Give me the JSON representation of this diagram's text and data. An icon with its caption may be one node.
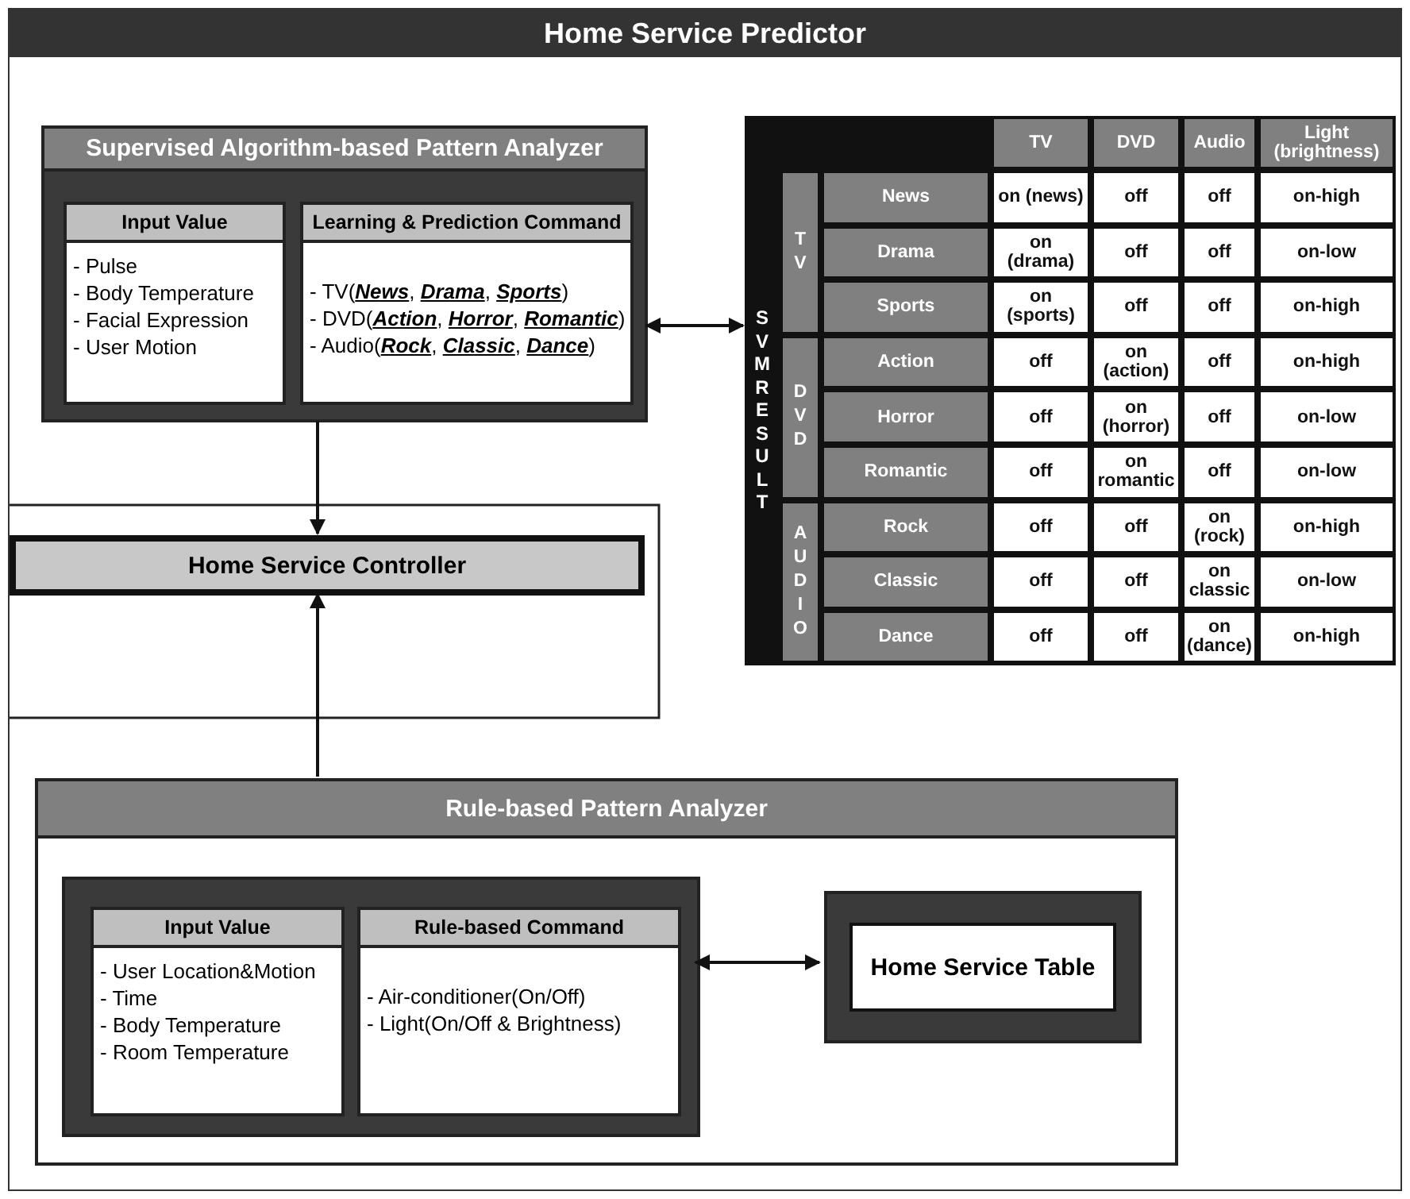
{
  "diagram": {
    "nodes": [
      {
        "text": [
          "Home Service Predictor"
        ]
      },
      {
        "text": [
          "Supervised Algorithm-based Pattern Analyzer"
        ],
        "in": 0
      },
      {
        "text": [
          "Input Value",
          "- Pulse",
          "- Body Temperature",
          "- Facial Expression",
          "- User Motion"
        ],
        "in": 1
      },
      {
        "text": [
          "Learning & Prediction Command",
          "- TV(**News**, **Drama**, **Sports**)",
          "- DVD(**Action**, **Horror**, **Romantic**)",
          "- Audio(**Rock**, **Classic**, **Dance**)"
        ],
        "in": 1
      },
      {
        "text": [
          "SVM RESULT"
        ],
        "in": 0
      },
      {
        "text": [
          "Home Service Controller"
        ],
        "in": 0
      },
      {
        "text": [
          "Rule-based Pattern Analyzer"
        ],
        "in": 0
      },
      {
        "text": [],
        "shape": "box",
        "in": 6
      },
      {
        "text": [
          "Input Value",
          "- User Location&Motion",
          "- Time",
          "- Body Temperature",
          "- Room Temperature"
        ],
        "in": 7
      },
      {
        "text": [
          "Rule-based Command",
          "- Air-conditioner(On/Off)",
          "- Light(On/Off & Brightness)"
        ],
        "in": 7
      },
      {
        "text": [
          "Home Service Table"
        ],
        "in": 6
      }
    ],
    "edges": [
      {
        "from": 1,
        "to": 5,
        "arrow": "to"
      },
      {
        "from": 1,
        "to": 4,
        "arrow": "both"
      },
      {
        "from": 6,
        "to": 5,
        "arrow": "to"
      },
      {
        "from": 7,
        "to": 10,
        "arrow": "both"
      }
    ],
    "labels": [
      "TV",
      "DVD",
      "Audio",
      "Light (brightness)",
      "TV",
      "News",
      "on (news)",
      "off",
      "off",
      "on-high",
      "Drama",
      "on (drama)",
      "off",
      "off",
      "on-low",
      "Sports",
      "on (sports)",
      "off",
      "off",
      "on-high",
      "DVD",
      "Action",
      "off",
      "on (action)",
      "off",
      "on-high",
      "Horror",
      "off",
      "on (horror)",
      "off",
      "on-low",
      "Romantic",
      "off",
      "on romantic",
      "off",
      "on-low",
      "AUDIO",
      "Rock",
      "off",
      "off",
      "on (rock)",
      "on-high",
      "Classic",
      "off",
      "off",
      "on classic",
      "on-low",
      "Dance",
      "off",
      "off",
      "on (dance)",
      "on-high"
    ]
  }
}
